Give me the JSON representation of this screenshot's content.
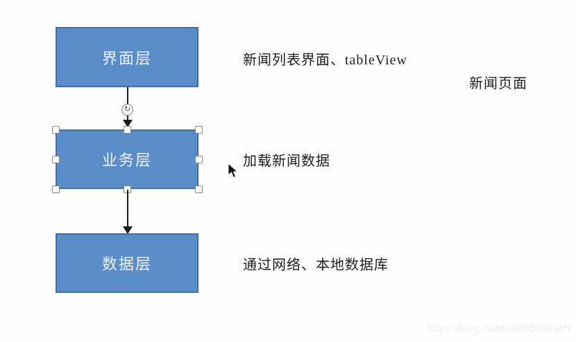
{
  "canvas": {
    "background": "#fdfdfd"
  },
  "diagram": {
    "box_fill": "#5b8ec8",
    "box_border": "#3f6fa8",
    "boxes": [
      {
        "label": "界面层",
        "selected": false
      },
      {
        "label": "业务层",
        "selected": true
      },
      {
        "label": "数据层",
        "selected": false
      }
    ],
    "annotations": [
      {
        "text": "新闻列表界面、tableView"
      },
      {
        "text": "新闻页面"
      },
      {
        "text": "加载新闻数据"
      },
      {
        "text": "通过网络、本地数据库"
      }
    ],
    "rotate_icon_glyph": "↻"
  },
  "watermark": {
    "text": "https://blog.csdn.net/IOSSHAN",
    "color": "#ececec"
  }
}
